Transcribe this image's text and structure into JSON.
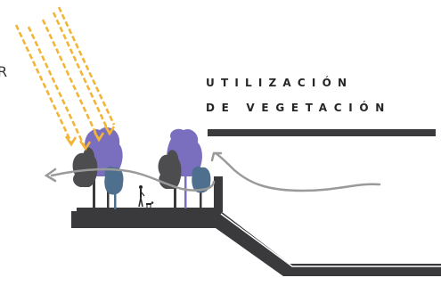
{
  "title": {
    "line1": "UTILIZACIÓN",
    "line2": "DE VEGETACIÓN"
  },
  "edge_text": "R",
  "colors": {
    "sun_rays": "#f2b535",
    "canopy_purple": "#7a6fbf",
    "canopy_dark": "#4d4d4f",
    "canopy_blue": "#4f6f8f",
    "ground": "#3a3a3c",
    "wind": "#9a9a9a",
    "text": "#262626"
  },
  "icons": [
    "sun-rays-icon",
    "wind-arrow-icon",
    "tree-icon",
    "person-icon",
    "dog-icon"
  ]
}
